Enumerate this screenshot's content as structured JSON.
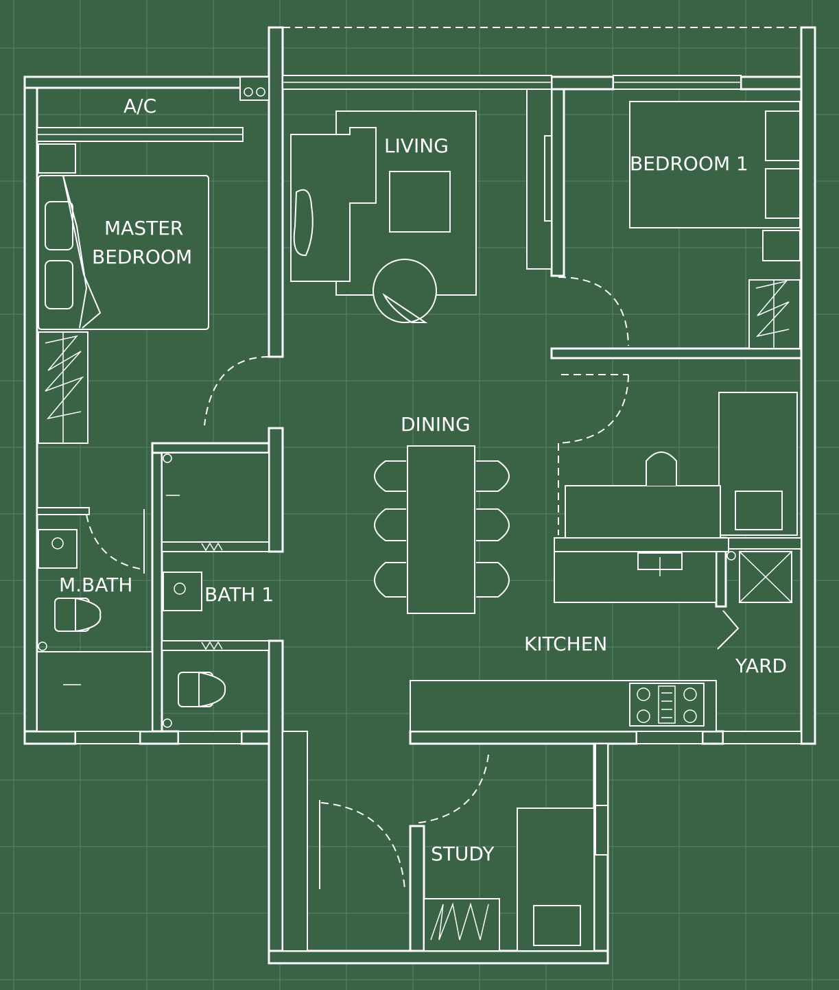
{
  "colors": {
    "background": "#3a6346",
    "grid": "#5b8466",
    "line": "#ffffff"
  },
  "rooms": {
    "ac": "A/C",
    "living": "LIVING",
    "bedroom1": "BEDROOM 1",
    "master_line1": "MASTER",
    "master_line2": "BEDROOM",
    "dining": "DINING",
    "mbath": "M.BATH",
    "bath1": "BATH 1",
    "kitchen": "KITCHEN",
    "yard": "YARD",
    "study": "STUDY"
  }
}
